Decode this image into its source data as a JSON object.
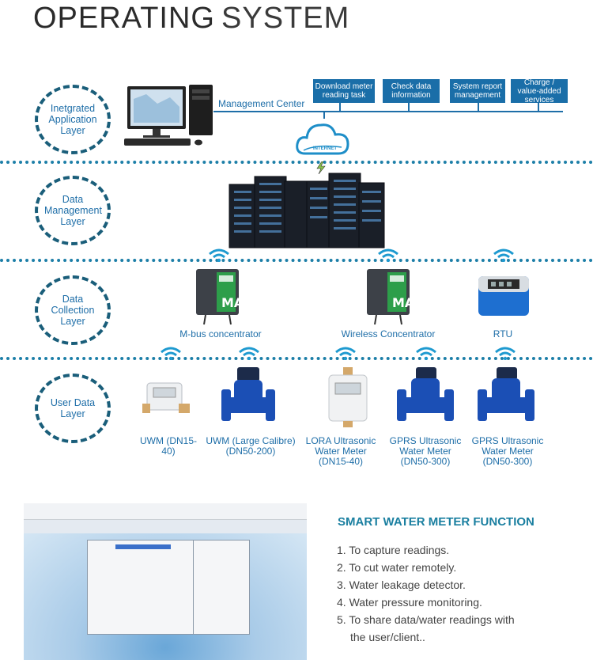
{
  "title": {
    "part1": "OPERATING",
    "part2": "SYSTEM"
  },
  "layers": [
    {
      "label": "Inetgrated Application Layer"
    },
    {
      "label": "Data Management Layer"
    },
    {
      "label": "Data Collection Layer"
    },
    {
      "label": "User Data Layer"
    }
  ],
  "management_center": "Management Center",
  "internet_label": "INTERNET",
  "services": [
    "Download meter reading task",
    "Check data information",
    "System report management",
    "Charge / value-added services"
  ],
  "collectors": [
    {
      "label": "M-bus concentrator"
    },
    {
      "label": "Wireless Concentrator"
    },
    {
      "label": "RTU"
    }
  ],
  "meters": [
    {
      "label": "UWM (DN15-40)"
    },
    {
      "label": "UWM (Large Calibre) (DN50-200)"
    },
    {
      "label": "LORA Ultrasonic Water Meter (DN15-40)"
    },
    {
      "label": "GPRS Ultrasonic Water Meter (DN50-300)"
    },
    {
      "label": "GPRS Ultrasonic Water Meter (DN50-300)"
    }
  ],
  "function": {
    "title": "SMART WATER METER FUNCTION",
    "items": [
      "1. To capture readings.",
      "2. To cut water remotely.",
      "3. Water leakage detector.",
      "4. Water pressure monitoring.",
      "5. To share data/water readings with",
      "the user/client.."
    ]
  },
  "colors": {
    "accent": "#1e6ea8",
    "dotline": "#1d7fa8",
    "circle": "#1a5e7a",
    "meter_blue": "#1b4fb5"
  }
}
